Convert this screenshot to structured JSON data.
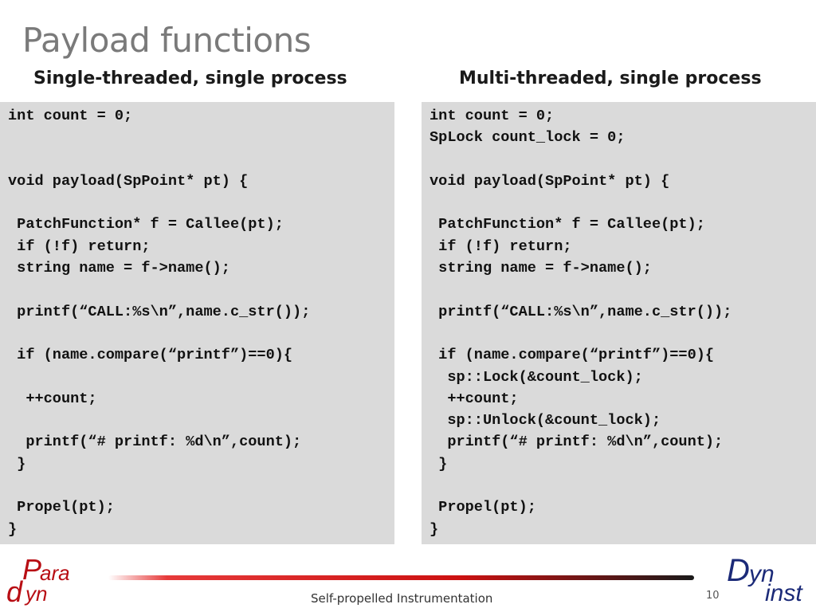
{
  "slide": {
    "title": "Payload functions",
    "left_heading": "Single-threaded, single process",
    "right_heading": "Multi-threaded, single process",
    "footer": "Self-propelled Instrumentation",
    "page_number": "10"
  },
  "left_code": [
    "int count = 0;",
    "",
    "",
    "void payload(SpPoint* pt) {",
    "",
    " PatchFunction* f = Callee(pt);",
    " if (!f) return;",
    " string name = f->name();",
    "",
    " printf(“CALL:%s\\n”,name.c_str());",
    "",
    " if (name.compare(“printf”)==0){",
    "",
    "  ++count;",
    "",
    "  printf(“# printf: %d\\n”,count);",
    " }",
    "",
    " Propel(pt);",
    "}"
  ],
  "right_code": [
    "int count = 0;",
    "SpLock count_lock = 0;",
    "",
    "void payload(SpPoint* pt) {",
    "",
    " PatchFunction* f = Callee(pt);",
    " if (!f) return;",
    " string name = f->name();",
    "",
    " printf(“CALL:%s\\n”,name.c_str());",
    "",
    " if (name.compare(“printf”)==0){",
    "  sp::Lock(&count_lock);",
    "  ++count;",
    "  sp::Unlock(&count_lock);",
    "  printf(“# printf: %d\\n”,count);",
    " }",
    "",
    " Propel(pt);",
    "}"
  ],
  "logos": {
    "paradyn_P": "P",
    "paradyn_ara": "ara",
    "paradyn_d": "d",
    "paradyn_yn": "yn",
    "dyninst_D": "D",
    "dyninst_yn": "yn",
    "dyninst_inst": "inst"
  },
  "colors": {
    "title": "#7a7a7a",
    "code_background": "#dadada",
    "paradyn_red": "#b80e14",
    "dyninst_blue": "#1b2a78",
    "accent_line": "#cc1111"
  }
}
